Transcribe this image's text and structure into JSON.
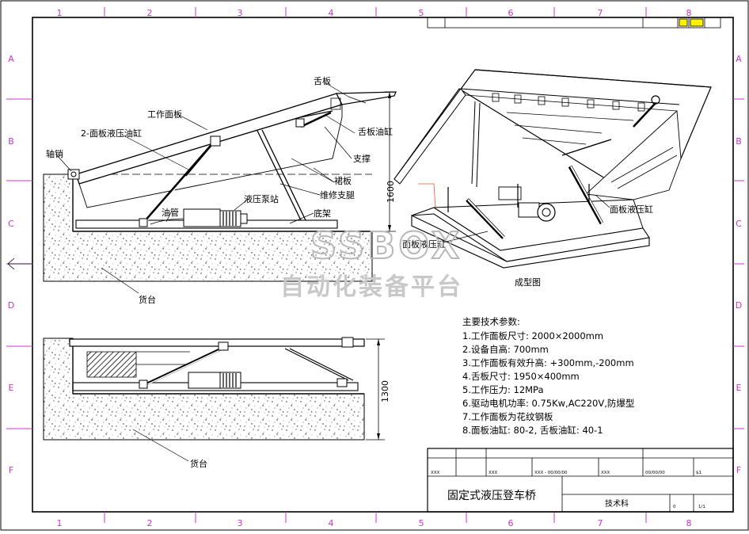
{
  "drawing": {
    "zone_columns": [
      "1",
      "2",
      "3",
      "4",
      "5",
      "6",
      "7",
      "8"
    ],
    "zone_rows": [
      "A",
      "B",
      "C",
      "D",
      "E",
      "F"
    ],
    "side_view": {
      "labels": {
        "lip_plate": "舌板",
        "deck": "工作面板",
        "deck_cylinder": "2-面板液压油缸",
        "lip_cylinder": "舌板油缸",
        "hinge_pin": "轴销",
        "support": "支撑",
        "skirt": "裙板",
        "maintenance_strut": "维修支腿",
        "pump_station": "液压泵站",
        "oil_pipe": "油管",
        "base_frame": "底架",
        "loading_platform": "货台"
      },
      "height_dim": "1600"
    },
    "folded_view": {
      "loading_platform": "货台",
      "height_dim": "1300"
    },
    "iso_view": {
      "deck_cylinder": "面板液压缸",
      "deck_cylinder_2": "面板液压缸",
      "caption": "成型图"
    },
    "specs": {
      "heading": "主要技术参数:",
      "items": [
        "1.工作面板尺寸: 2000×2000mm",
        "2.设备自高: 700mm",
        "3.工作面板有效升高: +300mm,-200mm",
        "4.舌板尺寸: 1950×400mm",
        "5.工作压力: 12MPa",
        "6.驱动电机功率: 0.75Kw,AC220V,防爆型",
        "7.工作面板为花纹钢板",
        "8.面板油缸: 80-2, 舌板油缸: 40-1"
      ]
    },
    "watermark": {
      "line1": "SSBOX",
      "line2": "自动化装备平台"
    },
    "title_block": {
      "drawing_name": "固定式液压登车桥",
      "row1_values": [
        "XXX",
        "XXX",
        "XXX - 00/00/00",
        "XXX",
        "00/00/00",
        "$1"
      ],
      "department": "技术科",
      "sheet_value": "0",
      "sheet_total": "1/1"
    }
  }
}
